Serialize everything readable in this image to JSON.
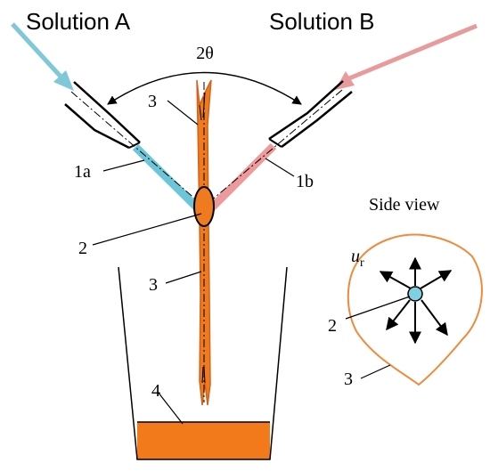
{
  "labels": {
    "solution_a": "Solution A",
    "solution_b": "Solution B",
    "angle": "2θ",
    "nozzle_a": "1a",
    "nozzle_b": "1b",
    "impingement_point": "2",
    "liquid_sheet_top": "3",
    "liquid_sheet_bottom": "3",
    "collector": "4",
    "side_view_title": "Side view",
    "side_view_sheet": "3",
    "side_view_point": "2",
    "radial_velocity_symbol": "u",
    "radial_velocity_subscript": "r"
  },
  "colors": {
    "solution_a_arrow": "#7ec8d8",
    "solution_a_jet": "#6cc6d8",
    "solution_b_arrow": "#e89b9b",
    "solution_b_jet": "#ee9a9a",
    "sheet_fill": "#f07a1e",
    "sheet_outline": "#d4621a",
    "collector_liquid": "#f27a1a",
    "side_view_outline": "#f08a3a",
    "impact_dot": "#7fd0e0",
    "line": "#000000"
  }
}
